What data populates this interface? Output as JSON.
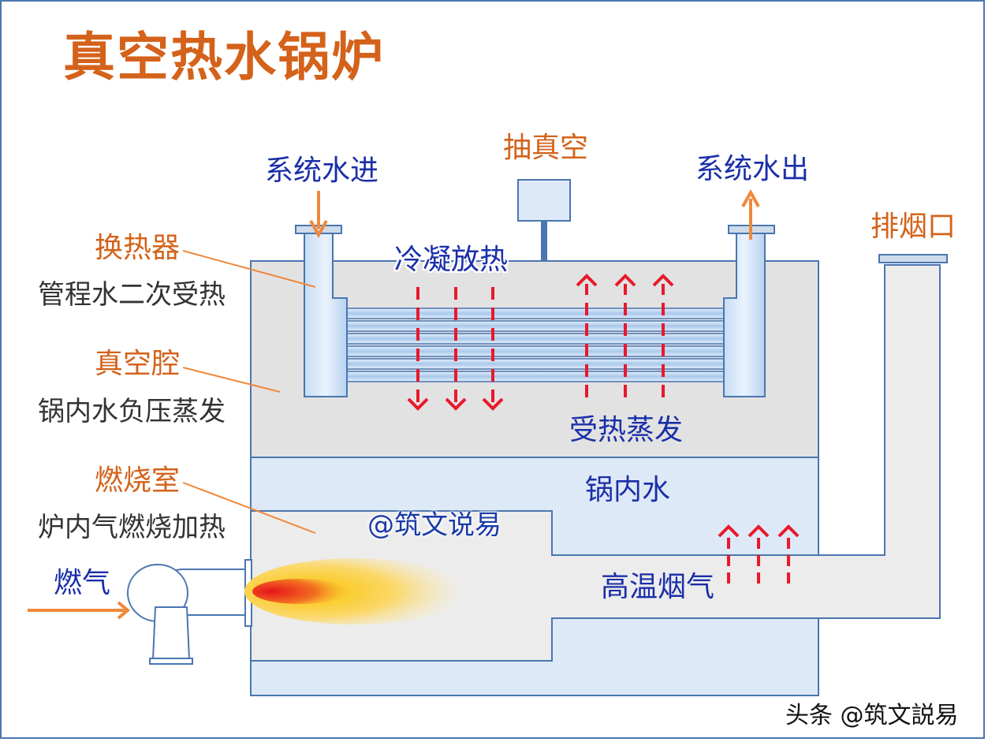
{
  "title": "真空热水锅炉",
  "labels": {
    "water_in": "系统水进",
    "water_out": "系统水出",
    "vacuum_pump": "抽真空",
    "flue_outlet": "排烟口",
    "condense": "冷凝放热",
    "heated_evap": "受热蒸发",
    "boiler_water": "锅内水",
    "hot_flue_gas": "高温烟气",
    "gas": "燃气"
  },
  "callouts": [
    {
      "title": "换热器",
      "desc": "管程水二次受热"
    },
    {
      "title": "真空腔",
      "desc": "锅内水负压蒸发"
    },
    {
      "title": "燃烧室",
      "desc": "炉内气燃烧加热"
    }
  ],
  "watermarks": {
    "center": "@筑文说易",
    "corner": "头条 @筑文説易"
  },
  "colors": {
    "title": "#d4621a",
    "blue_text": "#1a2fa8",
    "dark_text": "#333333",
    "arrow_red": "#e8192b",
    "arrow_orange": "#f0883a",
    "vessel_gray": "#e2e2e2",
    "water_blue": "#dde9f6",
    "outline_blue": "#4a76b0"
  }
}
